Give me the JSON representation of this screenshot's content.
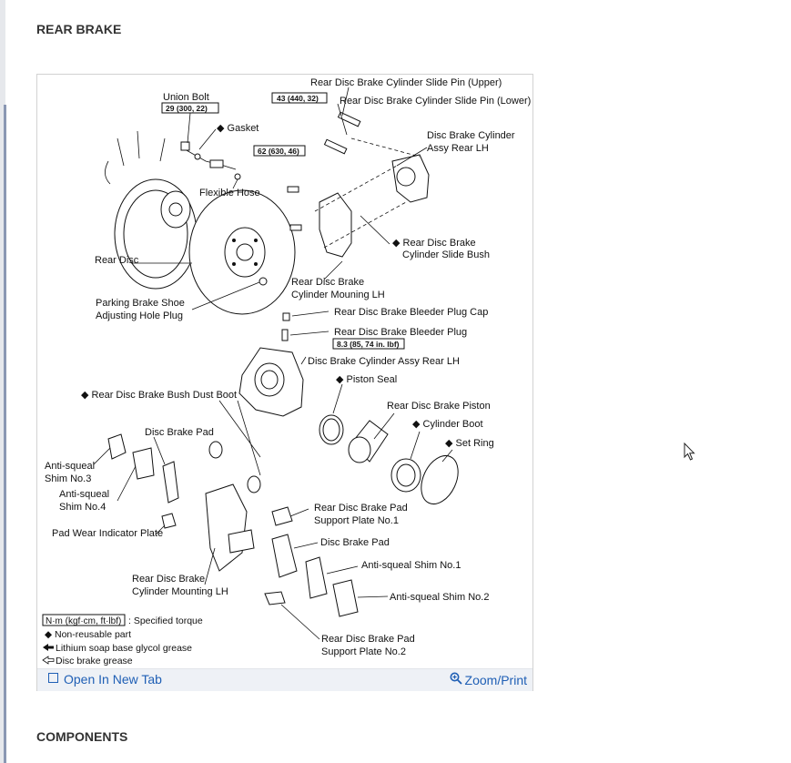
{
  "headings": {
    "rear_brake": "REAR BRAKE",
    "components": "COMPONENTS"
  },
  "figure": {
    "labels": {
      "union_bolt": "Union Bolt",
      "gasket": "◆ Gasket",
      "flexible_hose": "Flexible Hose",
      "rear_disc": "Rear Disc",
      "parking_plug_1": "Parking Brake Shoe",
      "parking_plug_2": "Adjusting Hole Plug",
      "slide_pin_upper": "Rear Disc Brake Cylinder Slide Pin (Upper)",
      "slide_pin_lower": "Rear Disc Brake Cylinder Slide Pin (Lower)",
      "cyl_assy_1": "Disc Brake Cylinder",
      "cyl_assy_2": "Assy Rear LH",
      "slide_bush_1": "◆ Rear Disc Brake",
      "slide_bush_2": "Cylinder Slide Bush",
      "mounting_1": "Rear Disc Brake",
      "mounting_2": "Cylinder Mouning LH",
      "bleeder_cap": "Rear Disc Brake Bleeder Plug Cap",
      "bleeder_plug": "Rear Disc Brake Bleeder Plug",
      "cyl_assy_full": "Disc Brake Cylinder Assy Rear LH",
      "piston_seal": "◆ Piston Seal",
      "bush_dust_boot": "◆  Rear Disc Brake Bush Dust Boot",
      "piston": "Rear Disc Brake Piston",
      "cylinder_boot": "◆  Cylinder Boot",
      "set_ring": "◆  Set Ring",
      "disc_pad_top": "Disc Brake Pad",
      "shim3_1": "Anti-squeal",
      "shim3_2": "Shim No.3",
      "shim4_1": "Anti-squeal",
      "shim4_2": "Shim No.4",
      "pad_wear": "Pad Wear Indicator Plate",
      "support1_1": "Rear Disc Brake Pad",
      "support1_2": "Support Plate No.1",
      "disc_pad_mid": "Disc Brake Pad",
      "shim1": "Anti-squeal  Shim No.1",
      "shim2": "Anti-squeal  Shim No.2",
      "mount_lh_1": "Rear Disc Brake",
      "mount_lh_2": "Cylinder Mounting LH",
      "support2_1": "Rear Disc Brake Pad",
      "support2_2": "Support Plate No.2"
    },
    "torques": {
      "union_bolt": "29 (300, 22)",
      "slide_pin": "43 (440, 32)",
      "mounting": "62 (630, 46)",
      "bleeder": "8.3 (85, 74 in. lbf)"
    },
    "legend": {
      "unit_box": "N·m (kgf·cm, ft·lbf)",
      "unit_text": ": Specified torque",
      "non_reusable": "◆  Non-reusable  part",
      "lithium": "Lithium soap base glycol grease",
      "disc_grease": "Disc brake grease"
    },
    "footer": {
      "open_tab": "Open In New Tab",
      "zoom": "Zoom/Print"
    }
  }
}
